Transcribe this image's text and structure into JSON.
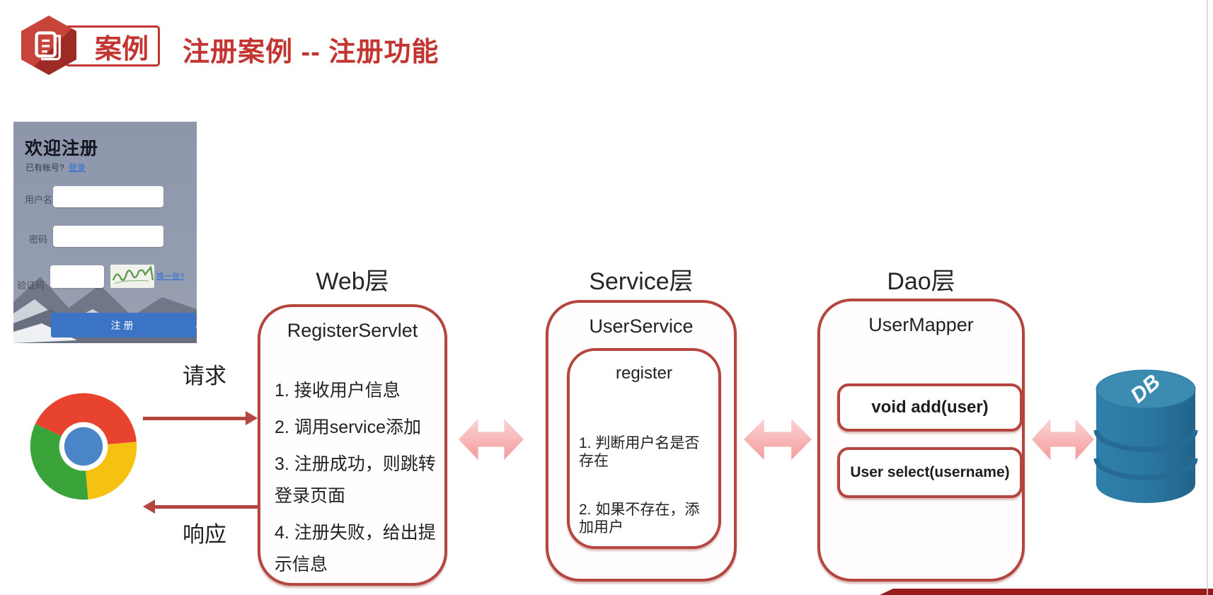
{
  "header": {
    "badge_label": "案例",
    "title": "注册案例 -- 注册功能"
  },
  "register_form": {
    "title": "欢迎注册",
    "subtitle_question": "已有帐号?",
    "login_link": "登录",
    "username_label": "用户名",
    "password_label": "密码",
    "captcha_label": "验证码",
    "change_captcha_link": "换一张?",
    "submit_label": "注册"
  },
  "client": {
    "request_label": "请求",
    "response_label": "响应"
  },
  "layers": {
    "web": {
      "title": "Web层",
      "component": "RegisterServlet",
      "steps": [
        "1. 接收用户信息",
        "2. 调用service添加",
        "3. 注册成功，则跳转登录页面",
        "4. 注册失败，给出提示信息"
      ]
    },
    "service": {
      "title": "Service层",
      "component": "UserService",
      "method": "register",
      "steps": [
        "1. 判断用户名是否存在",
        "2. 如果不存在，添加用户"
      ]
    },
    "dao": {
      "title": "Dao层",
      "component": "UserMapper",
      "methods": [
        "void add(user)",
        "User select(username)"
      ]
    }
  },
  "database": {
    "label": "DB"
  },
  "colors": {
    "accent_red": "#b5453f",
    "title_red": "#c23531",
    "pink_arrow_fill": "#f7b9b9",
    "db_blue": "#2e7ca3",
    "form_button_blue": "#3b74c4",
    "chrome_red": "#e8432e",
    "chrome_green": "#3aa33a",
    "chrome_yellow": "#f5c211",
    "chrome_blue": "#4a85c8"
  }
}
